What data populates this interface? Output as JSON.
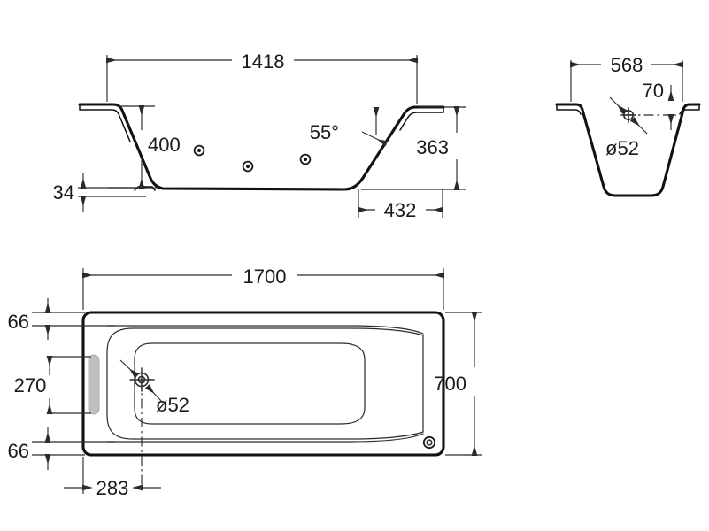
{
  "drawing": {
    "title": "Bathtub technical drawing",
    "units": "mm",
    "line_color": "#111111",
    "dim_color": "#2b2b2b",
    "handle_color": "#bfbfbf",
    "background": "#ffffff"
  },
  "views": {
    "elevation": {
      "name": "front-elevation-view",
      "dimensions": {
        "top_width": "1418",
        "interior_depth": "400",
        "foot_height": "34",
        "right_height": "363",
        "right_run": "432",
        "slope_angle": "55°"
      },
      "jets": [
        {
          "name": "jet-1"
        },
        {
          "name": "jet-2"
        },
        {
          "name": "jet-3"
        }
      ]
    },
    "section": {
      "name": "end-section-view",
      "dimensions": {
        "top_width": "568",
        "drain_offset": "70",
        "drain_diameter": "ø52"
      }
    },
    "plan": {
      "name": "top-plan-view",
      "dimensions": {
        "overall_length": "1700",
        "overall_width": "700",
        "rim_top": "66",
        "handle_span": "270",
        "rim_bottom": "66",
        "drain_offset_x": "283",
        "drain_diameter": "ø52"
      }
    }
  }
}
